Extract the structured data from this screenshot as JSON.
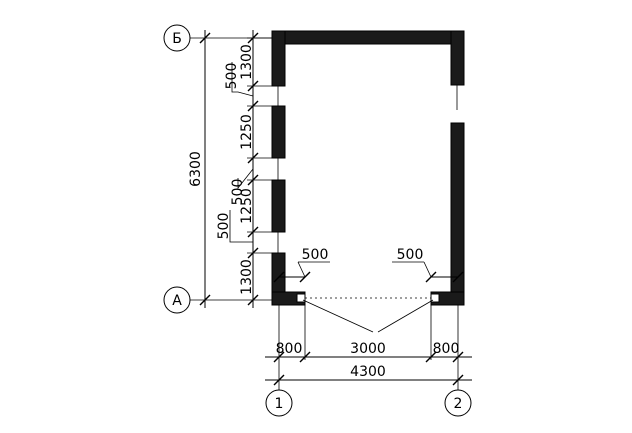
{
  "axes": {
    "row_top": "Б",
    "row_bottom": "А",
    "col_left": "1",
    "col_right": "2"
  },
  "dims": {
    "overall_height": "6300",
    "overall_width": "4300",
    "seg_bottom_left": "800",
    "seg_opening": "3000",
    "seg_bottom_right": "800",
    "v_top_1300": "1300",
    "v_500_upper": "500",
    "v_1250_upper": "1250",
    "v_500_mid": "500",
    "v_1250_lower": "1250",
    "v_500_lower": "500",
    "v_bottom_1300": "1300",
    "gate_left_500": "500",
    "gate_right_500": "500"
  }
}
